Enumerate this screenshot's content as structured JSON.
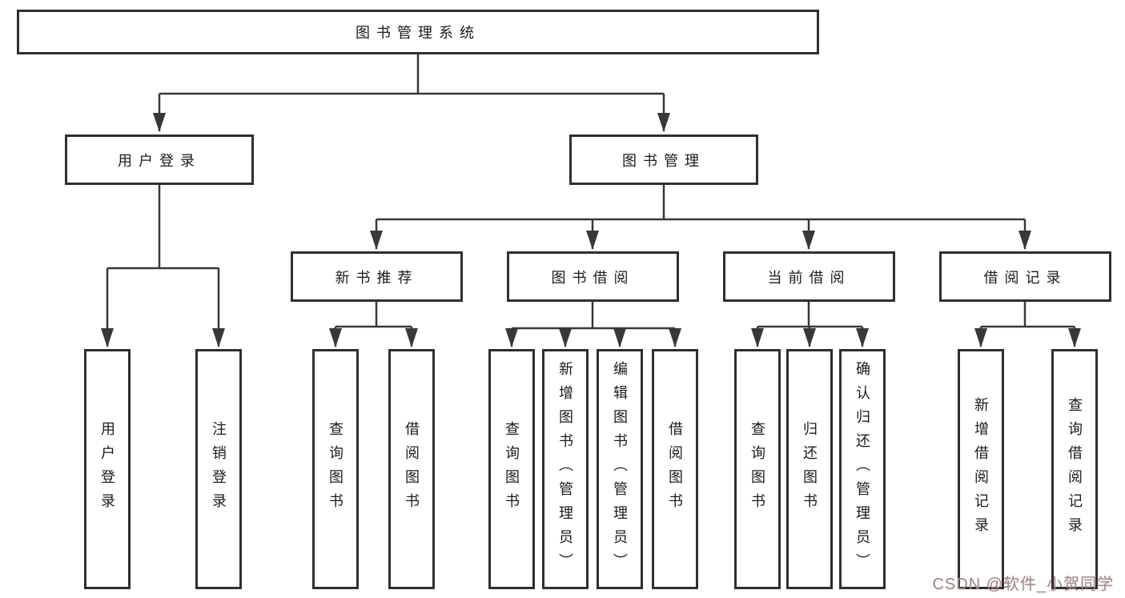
{
  "tree": {
    "root": {
      "label": "图书管理系统"
    },
    "level1": [
      {
        "label": "用户登录",
        "children": [
          "用户登录",
          "注销登录"
        ]
      },
      {
        "label": "图书管理",
        "children": [
          {
            "label": "新书推荐",
            "children": [
              "查询图书",
              "借阅图书"
            ]
          },
          {
            "label": "图书借阅",
            "children": [
              "查询图书",
              "新增图书（管理员）",
              "编辑图书（管理员）",
              "借阅图书"
            ]
          },
          {
            "label": "当前借阅",
            "children": [
              "查询图书",
              "归还图书",
              "确认归还（管理员）"
            ]
          },
          {
            "label": "借阅记录",
            "children": [
              "新增借阅记录",
              "查询借阅记录"
            ]
          }
        ]
      }
    ]
  },
  "watermark": {
    "text": "CSDN @软件_小贺同学"
  },
  "colors": {
    "box_border": "#2f2f2f",
    "line": "#383838",
    "text": "#1b1b1b",
    "watermark": "#968c8c",
    "background": "#ffffff"
  }
}
